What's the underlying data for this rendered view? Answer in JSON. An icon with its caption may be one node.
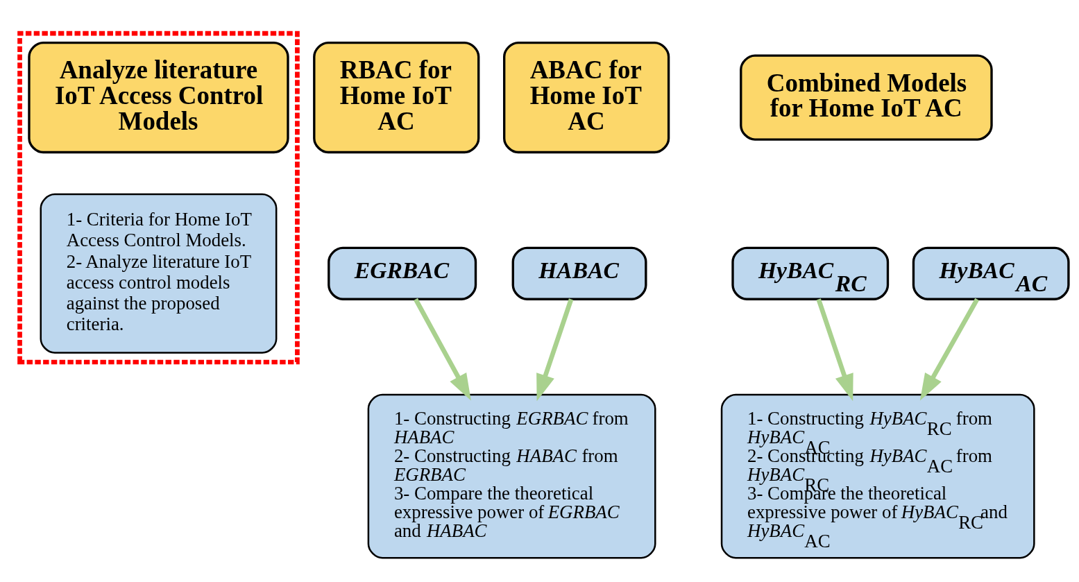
{
  "diagram": {
    "nodes": [
      {
        "text": [],
        "shape": "box"
      },
      {
        "text": [
          "Analyze literature IoT Access Control Models"
        ],
        "in": 0
      },
      {
        "text": [
          "1- Criteria for Home IoT Access Control Models.",
          "2- Analyze literature IoT access control models against the proposed criteria."
        ],
        "in": 0
      },
      {
        "text": [
          "RBAC for Home IoT AC"
        ]
      },
      {
        "text": [
          "ABAC for Home IoT AC"
        ]
      },
      {
        "text": [
          "Combined Models for Home IoT AC"
        ]
      },
      {
        "text": [
          "EGRBAC"
        ]
      },
      {
        "text": [
          "HABAC"
        ]
      },
      {
        "text": [
          "HyBAC$_{RC}$"
        ]
      },
      {
        "text": [
          "HyBAC$_{AC}$"
        ]
      },
      {
        "text": [
          "1- Constructing *EGRBAC* from *HABAC*",
          "2- Constructing *HABAC* from *EGRBAC*",
          "3- Compare the theoretical expressive power of *EGRBAC* and *HABAC*"
        ]
      },
      {
        "text": [
          "1- Constructing *HyBAC*$_{RC}$ from *HyBAC*$_{AC}$",
          "2- Constructing *HyBAC*$_{AC}$ from *HyBAC*$_{RC}$",
          "3- Compare the theoretical expressive power of *HyBAC*$_{RC}$and *HyBAC*$_{AC}$"
        ]
      }
    ],
    "edges": [
      {
        "from": 6,
        "to": 10,
        "arrow": "to"
      },
      {
        "from": 7,
        "to": 10,
        "arrow": "to"
      },
      {
        "from": 8,
        "to": 11,
        "arrow": "to"
      },
      {
        "from": 9,
        "to": 11,
        "arrow": "to"
      }
    ]
  }
}
